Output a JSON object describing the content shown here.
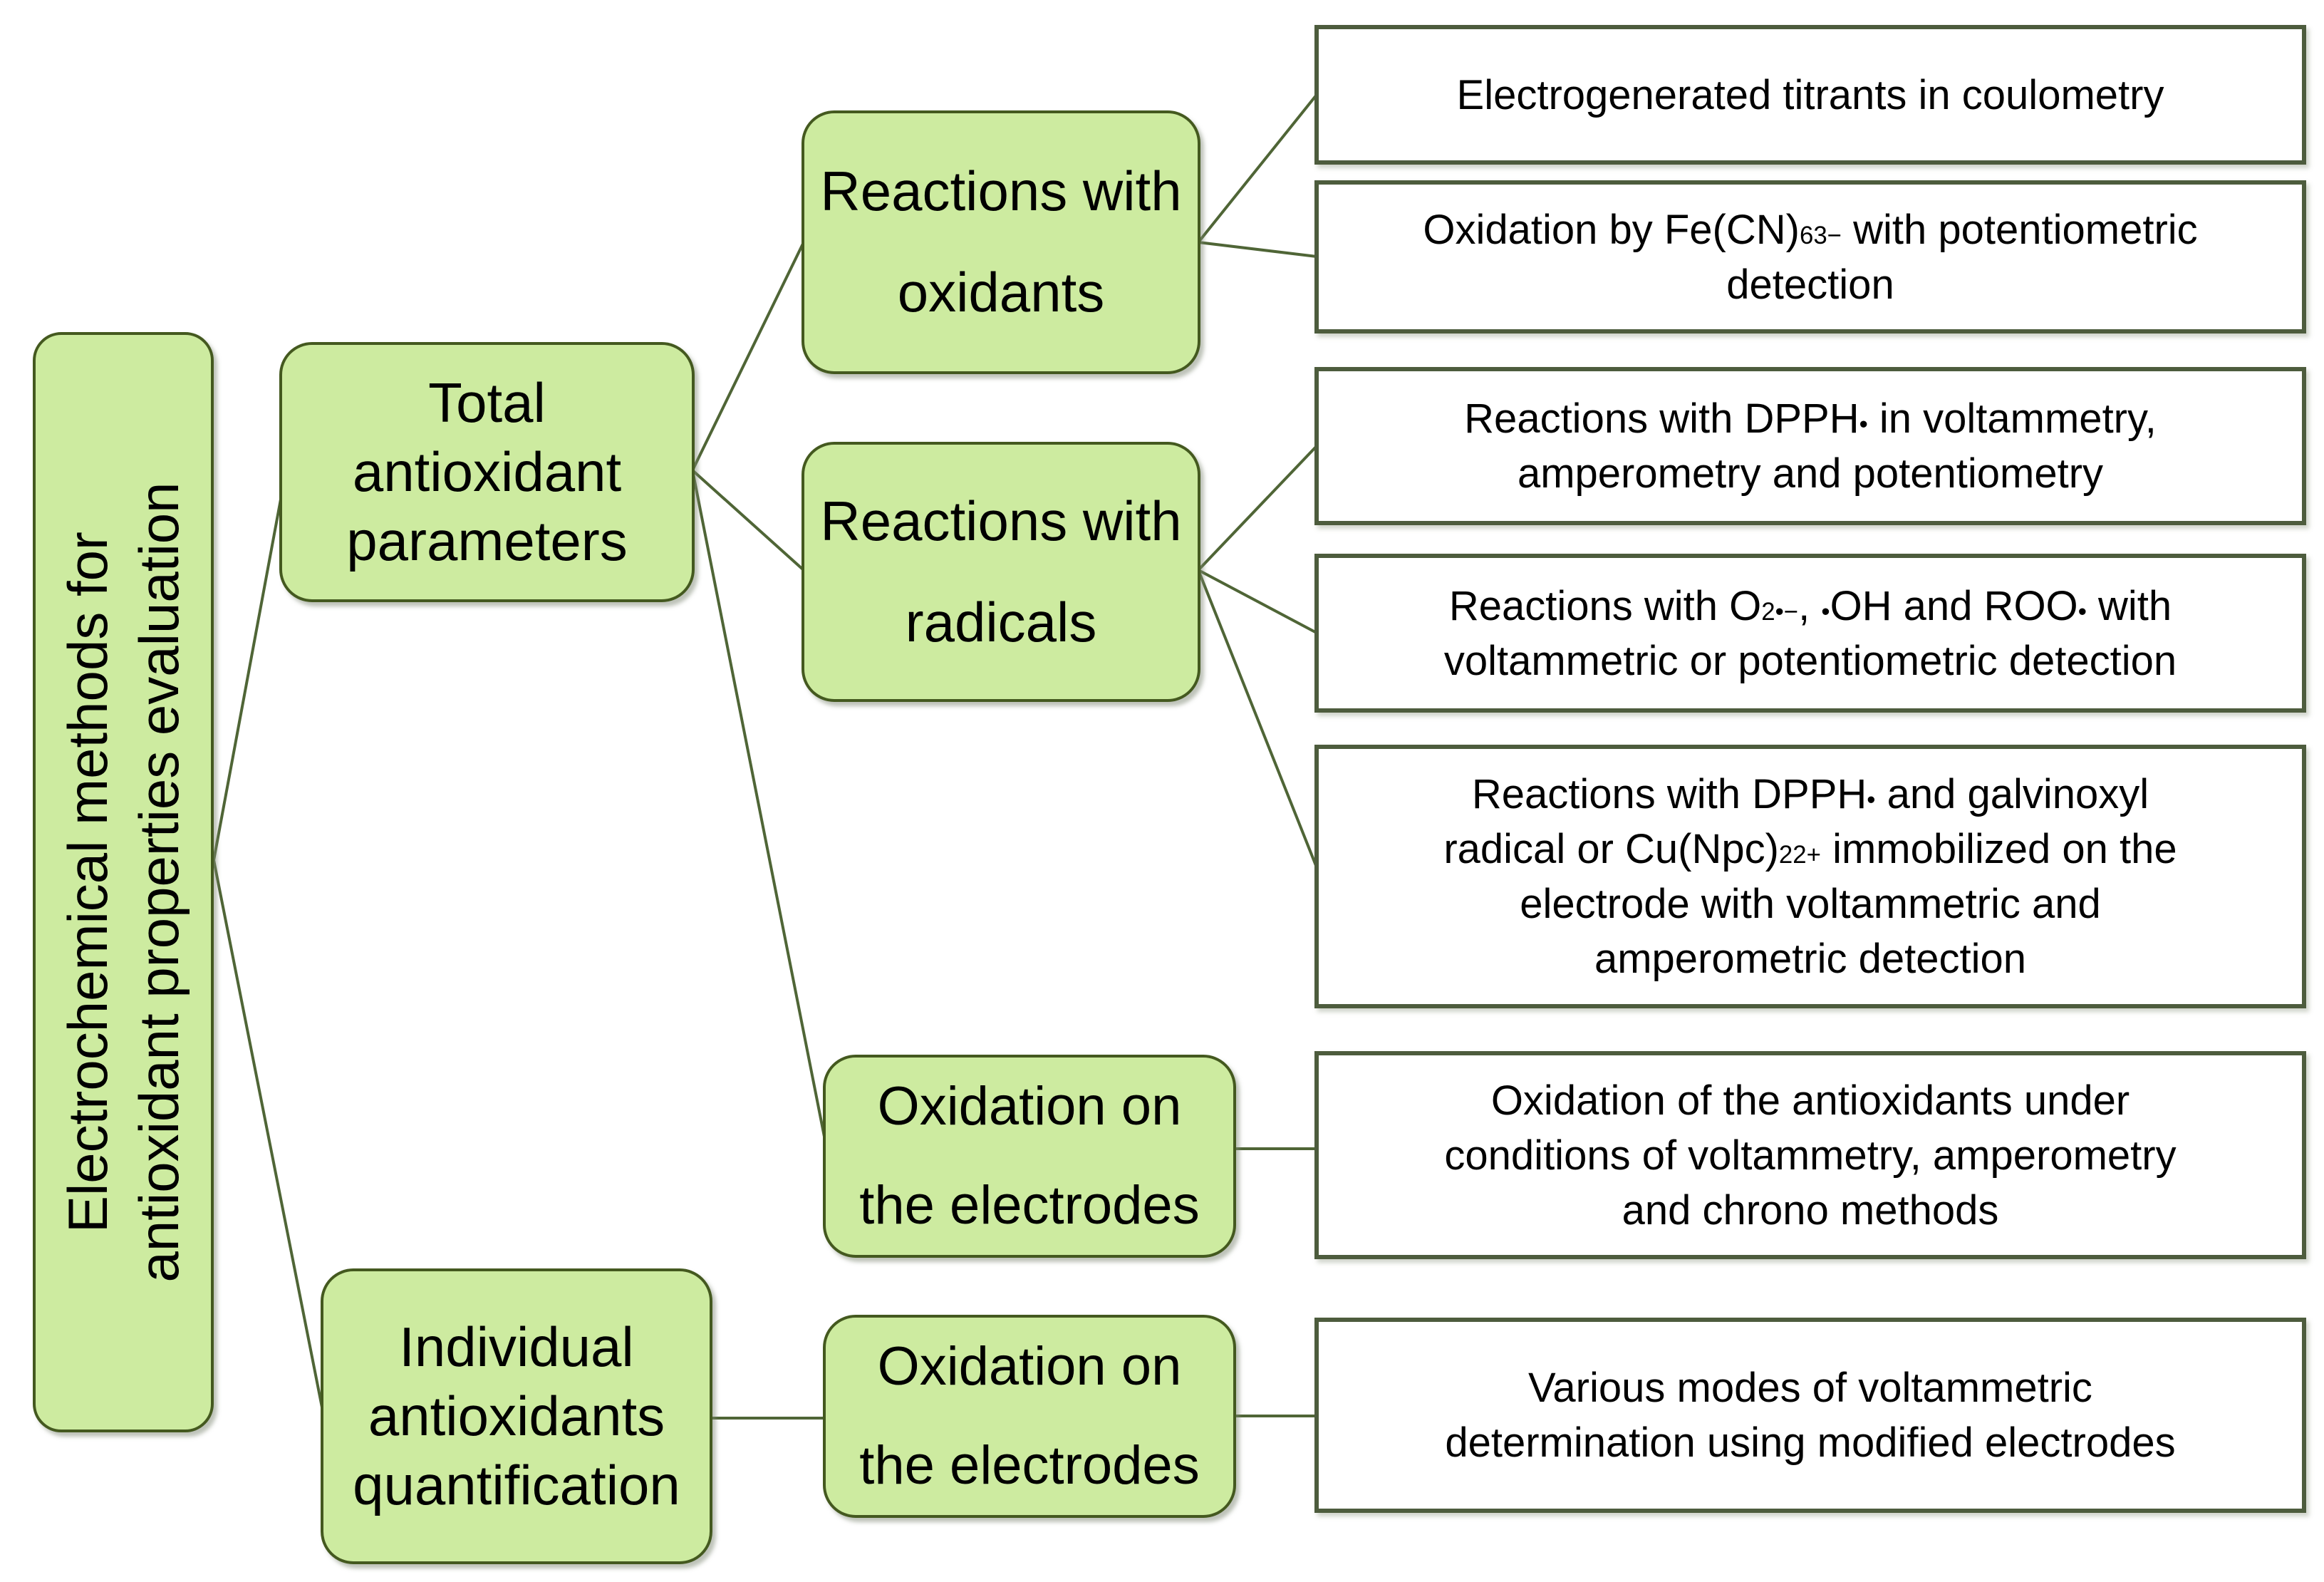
{
  "colors": {
    "node_fill": "#cdeba0",
    "node_border": "#44591f",
    "leaf_border": "#4d5c3d",
    "line": "#4f6536",
    "text": "#000000",
    "background": "#ffffff"
  },
  "nodes": {
    "root": {
      "lines": [
        [
          "Electrochemical methods for"
        ],
        [
          "antioxidant properties evaluation"
        ]
      ]
    },
    "total": {
      "lines": [
        [
          "Total"
        ],
        [
          "antioxidant"
        ],
        [
          "parameters"
        ]
      ]
    },
    "individual": {
      "lines": [
        [
          "Individual"
        ],
        [
          "antioxidants"
        ],
        [
          "quantification"
        ]
      ]
    },
    "oxidants": {
      "lines": [
        [
          "Reactions with"
        ],
        [
          "oxidants"
        ]
      ]
    },
    "radicals": {
      "lines": [
        [
          "Reactions with"
        ],
        [
          "radicals"
        ]
      ]
    },
    "oxidation_electrodes_1": {
      "lines": [
        [
          "Oxidation on"
        ],
        [
          "the electrodes"
        ]
      ]
    },
    "oxidation_electrodes_2": {
      "lines": [
        [
          "Oxidation on"
        ],
        [
          "the electrodes"
        ]
      ]
    }
  },
  "leaves": {
    "coulometry": {
      "lines": [
        [
          "Electrogenerated titrants in coulometry"
        ]
      ]
    },
    "ferricyanide": {
      "lines": [
        [
          "Oxidation by Fe(CN)",
          {
            "s": "sub",
            "t": "6"
          },
          {
            "s": "sup",
            "t": "3−"
          },
          " with potentiometric"
        ],
        [
          "detection"
        ]
      ]
    },
    "dpph_voltammetry": {
      "lines": [
        [
          "Reactions with DPPH",
          {
            "s": "sup",
            "t": "•"
          },
          " in voltammetry,"
        ],
        [
          "amperometry and potentiometry"
        ]
      ]
    },
    "superoxide": {
      "lines": [
        [
          "Reactions with O",
          {
            "s": "sub",
            "t": "2"
          },
          {
            "s": "sup",
            "t": "•−"
          },
          ", ",
          {
            "s": "sup",
            "t": "•"
          },
          "OH and ROO",
          {
            "s": "sup",
            "t": "•"
          },
          " with"
        ],
        [
          "voltammetric or potentiometric detection"
        ]
      ]
    },
    "immobilized": {
      "lines": [
        [
          "Reactions with DPPH",
          {
            "s": "sup",
            "t": "•"
          },
          " and galvinoxyl"
        ],
        [
          "radical or Cu(Npc)",
          {
            "s": "sub",
            "t": "2"
          },
          {
            "s": "sup",
            "t": "2+"
          },
          " immobilized on the"
        ],
        [
          "electrode with voltammetric and"
        ],
        [
          "amperometric detection"
        ]
      ]
    },
    "chrono": {
      "lines": [
        [
          "Oxidation of the antioxidants under"
        ],
        [
          "conditions of voltammetry, amperometry"
        ],
        [
          "and chrono methods"
        ]
      ]
    },
    "modified_electrodes": {
      "lines": [
        [
          "Various modes of voltammetric"
        ],
        [
          "determination using modified electrodes"
        ]
      ]
    }
  }
}
